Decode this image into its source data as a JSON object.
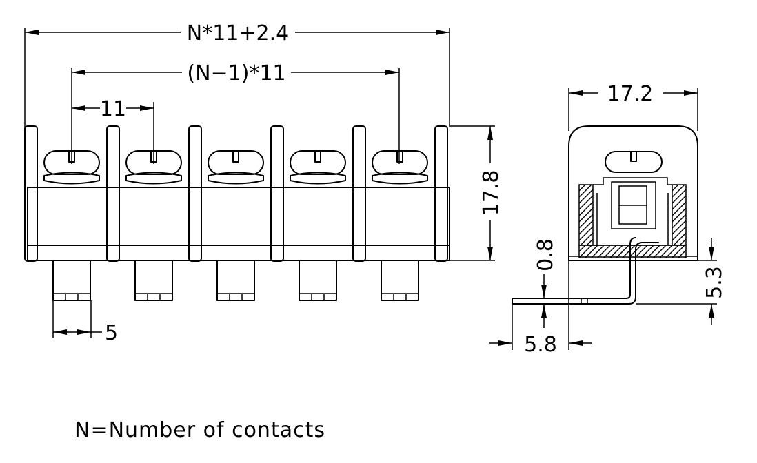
{
  "dimensions": {
    "overall_length": "N*11+2.4",
    "pitch_span": "(N−1)*11",
    "pitch": "11",
    "pin_width": "5",
    "height": "17.8",
    "depth": "17.2",
    "tab_thickness": "0.8",
    "pin_height": "5.3",
    "tab_length": "5.8"
  },
  "note": "N=Number of contacts",
  "front_view": {
    "contact_count": 5
  },
  "colors": {
    "line": "#000000",
    "background": "#ffffff"
  }
}
